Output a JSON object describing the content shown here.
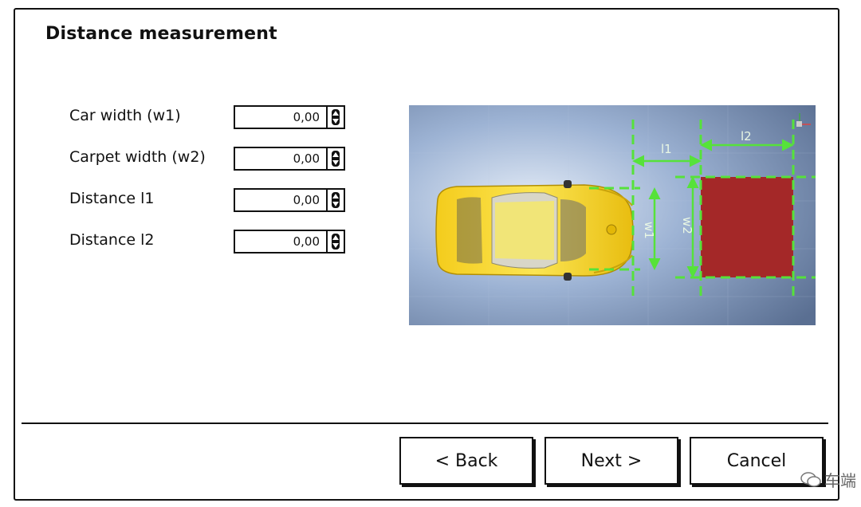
{
  "dialog": {
    "title": "Distance measurement"
  },
  "fields": [
    {
      "label": "Car width (w1)",
      "value": "0,00"
    },
    {
      "label": "Carpet width (w2)",
      "value": "0,00"
    },
    {
      "label": "Distance l1",
      "value": "0,00"
    },
    {
      "label": "Distance l2",
      "value": "0,00"
    }
  ],
  "diagram": {
    "labels": {
      "l1": "l1",
      "l2": "l2",
      "w1": "w1",
      "w2": "w2"
    },
    "colors": {
      "background_light": "#dbe6f4",
      "background_dark": "#5a6f92",
      "car": "#f5d21e",
      "carpet": "#a42828",
      "guides": "#56e23a"
    }
  },
  "buttons": {
    "back": "< Back",
    "next": "Next >",
    "cancel": "Cancel"
  },
  "watermark": {
    "text": "车端"
  }
}
